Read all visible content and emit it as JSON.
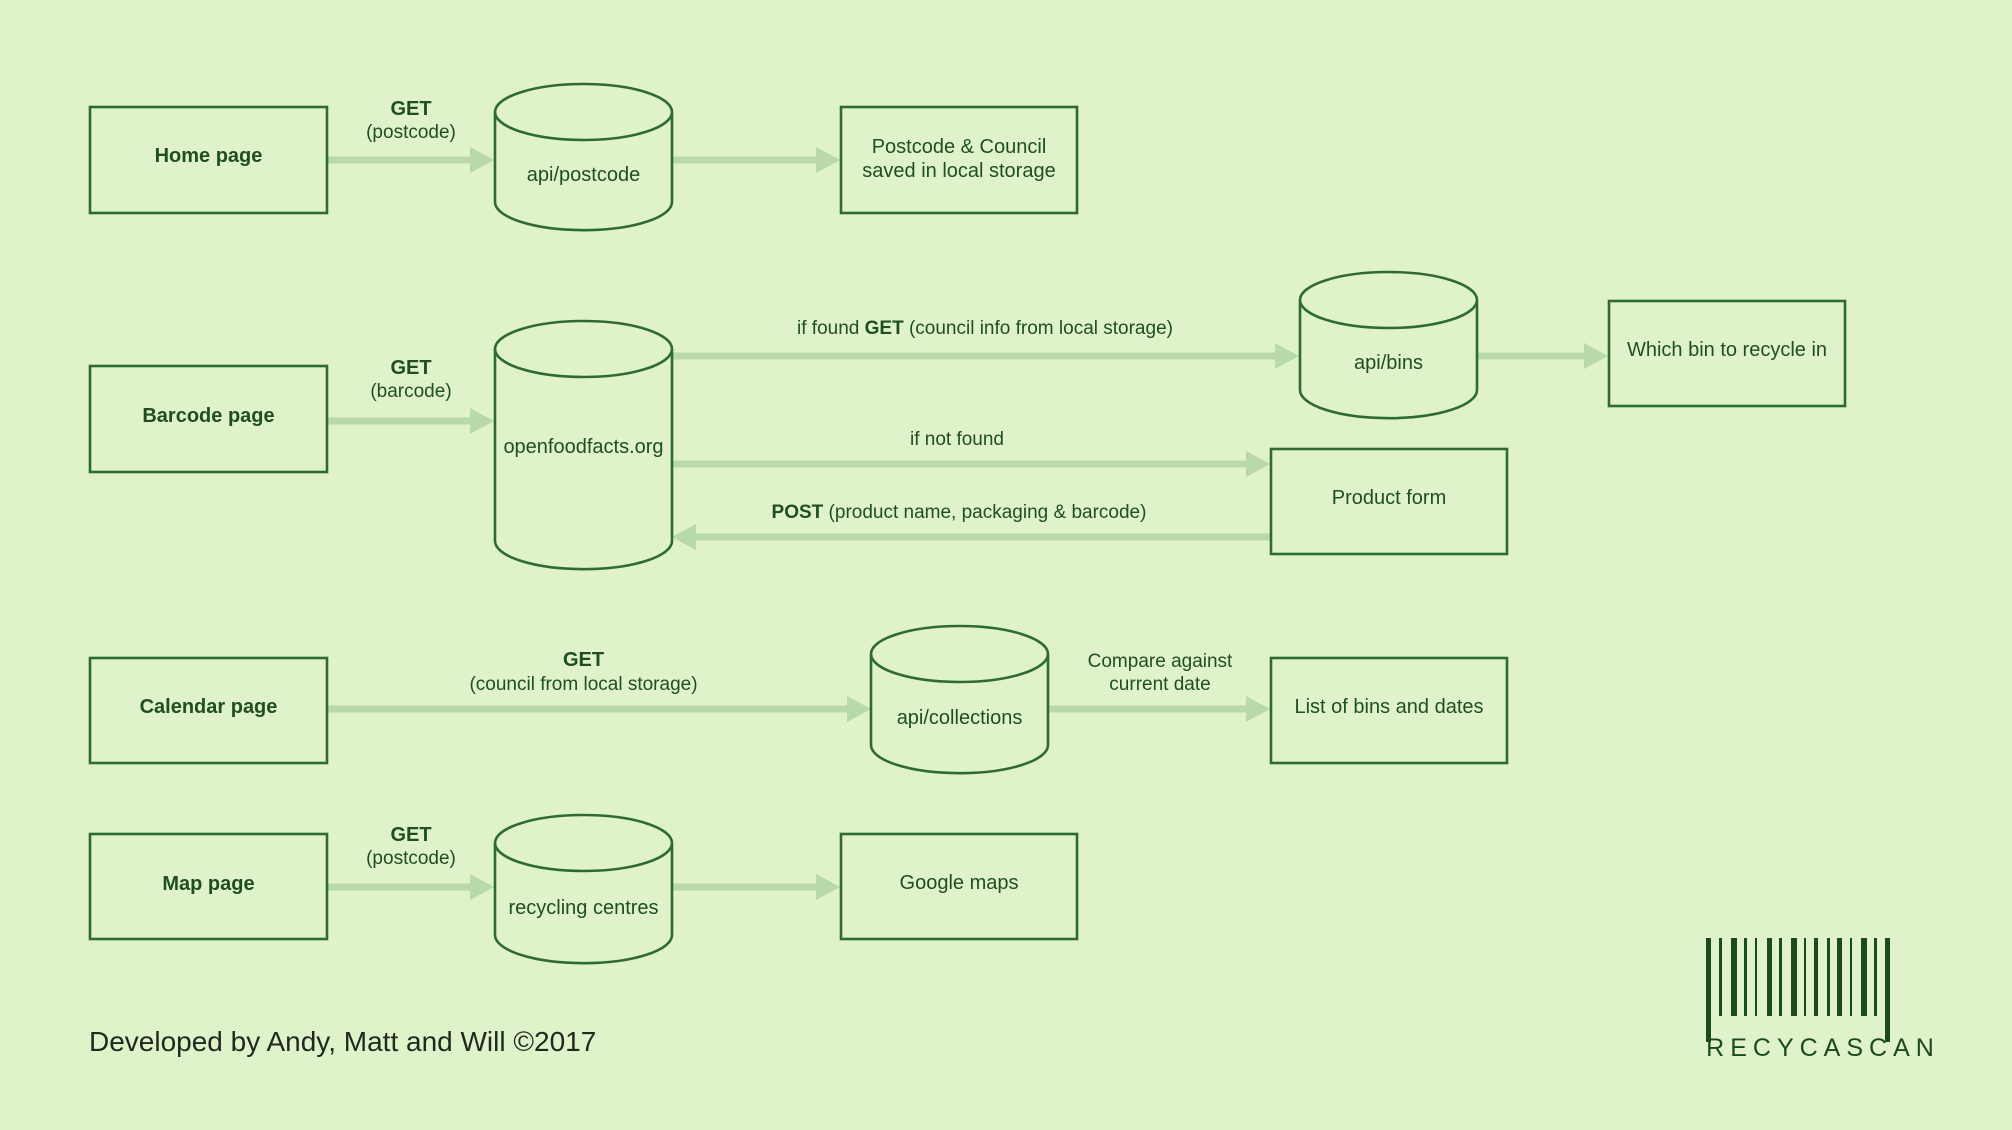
{
  "colors": {
    "background": "#dff2c9",
    "box_stroke": "#2e6b32",
    "arrow": "#b8d9a8",
    "text": "#1f4e24"
  },
  "rows": {
    "home": {
      "page": "Home page",
      "get_method": "GET",
      "get_param": "(postcode)",
      "api": "api/postcode",
      "result_line1": "Postcode & Council",
      "result_line2": "saved in local storage"
    },
    "barcode": {
      "page": "Barcode page",
      "get_method": "GET",
      "get_param": "(barcode)",
      "api": "openfoodfacts.org",
      "found_prefix": "if found ",
      "found_method": "GET",
      "found_suffix": " (council info from local storage)",
      "bins_api": "api/bins",
      "bins_result": "Which bin to recycle in",
      "not_found": "if not found",
      "product_form": "Product form",
      "post_method": "POST",
      "post_suffix": " (product name, packaging & barcode)"
    },
    "calendar": {
      "page": "Calendar page",
      "get_method": "GET",
      "get_param": "(council from local storage)",
      "api": "api/collections",
      "compare_line1": "Compare against",
      "compare_line2": "current date",
      "result": "List of bins and dates"
    },
    "map": {
      "page": "Map page",
      "get_method": "GET",
      "get_param": "(postcode)",
      "api": "recycling centres",
      "result": "Google maps"
    }
  },
  "footer": {
    "credit": "Developed by Andy, Matt and Will ©2017"
  },
  "logo": {
    "name": "RECYCASCAN"
  }
}
